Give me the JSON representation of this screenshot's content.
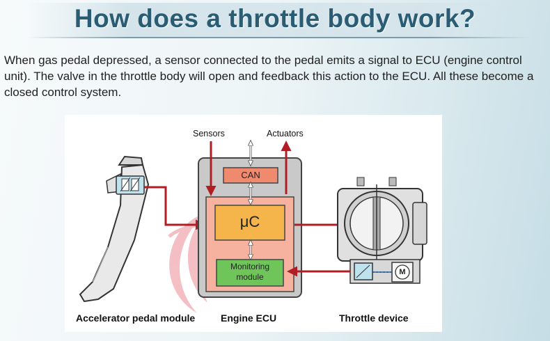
{
  "title": "How does a throttle body work?",
  "description": "When  gas pedal depressed, a sensor connected to the pedal emits a signal to ECU (engine control unit). The valve in the throttle body will open and feedback this action to the ECU. All these become  a closed control system.",
  "diagram": {
    "top_labels": {
      "sensors": "Sensors",
      "actuators": "Actuators"
    },
    "ecu_blocks": {
      "can": "CAN",
      "microcontroller": "μC",
      "monitoring_line1": "Monitoring",
      "monitoring_line2": "module"
    },
    "motor_symbol": "M",
    "bottom_labels": {
      "pedal": "Accelerator pedal module",
      "ecu": "Engine ECU",
      "throttle": "Throttle device"
    },
    "colors": {
      "signal_arrow": "#b11d25",
      "ecu_outer": "#c9c9c9",
      "ecu_inner": "#f6b29e",
      "can_block": "#f08a6e",
      "uc_block": "#f5b54a",
      "monitor_block": "#6fc45a",
      "title_text": "#2a5d74"
    }
  }
}
